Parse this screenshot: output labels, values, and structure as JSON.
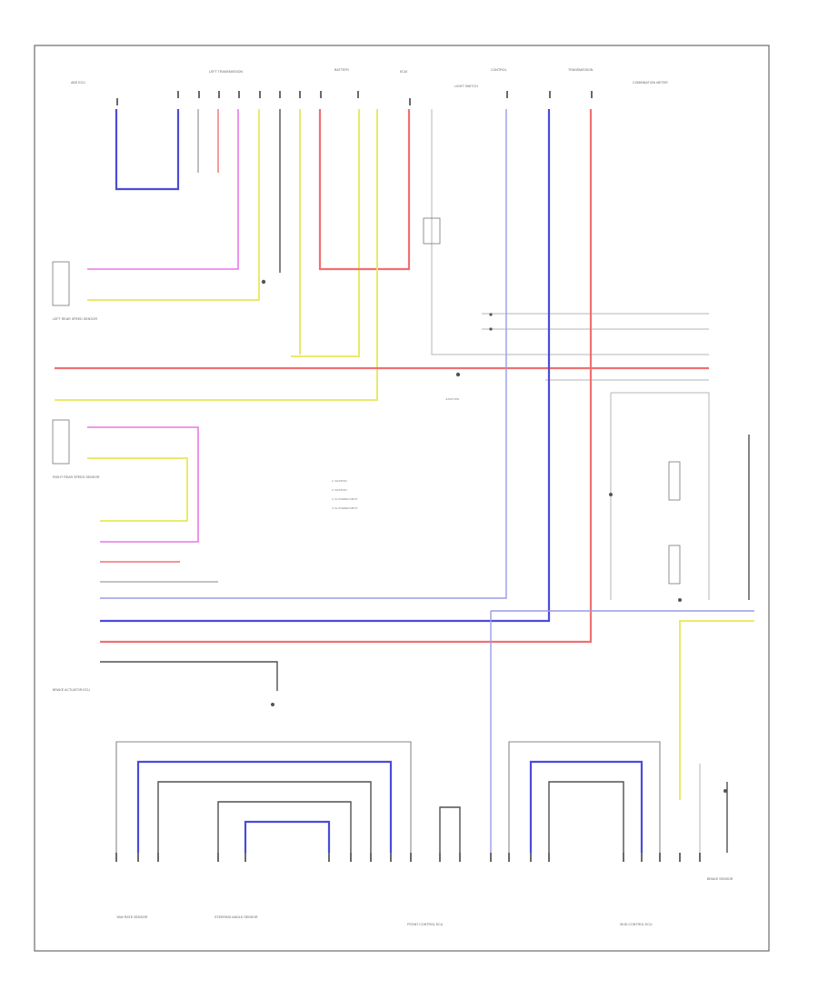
{
  "diagram": {
    "title": "",
    "labels": {
      "top": [
        "ABS ECU",
        "LEFT TRANSMISSION",
        "BATTERY",
        "ECM",
        "LIGHT SWITCH",
        "CONTROL",
        "TRANSMISSION",
        "COMBINATION METER"
      ],
      "left_sensor_1": "LEFT REAR SPEED SENSOR",
      "left_sensor_2": "RIGHT REAR SPEED SENSOR",
      "center_notes": [
        "1. IGNITION",
        "2. IGNITION",
        "3. IG POWER INPUT",
        "4. IG POWER INPUT"
      ],
      "junction": "JUNCTION",
      "ecu_block": "BRAKE ACTUATOR ECU",
      "bottom_components": [
        "YAW RATE SENSOR",
        "STEERING ANGLE SENSOR",
        "FRONT CONTROL ECU",
        "SKID CONTROL ECU",
        "BRAKE SENSOR"
      ],
      "footer": ""
    }
  }
}
